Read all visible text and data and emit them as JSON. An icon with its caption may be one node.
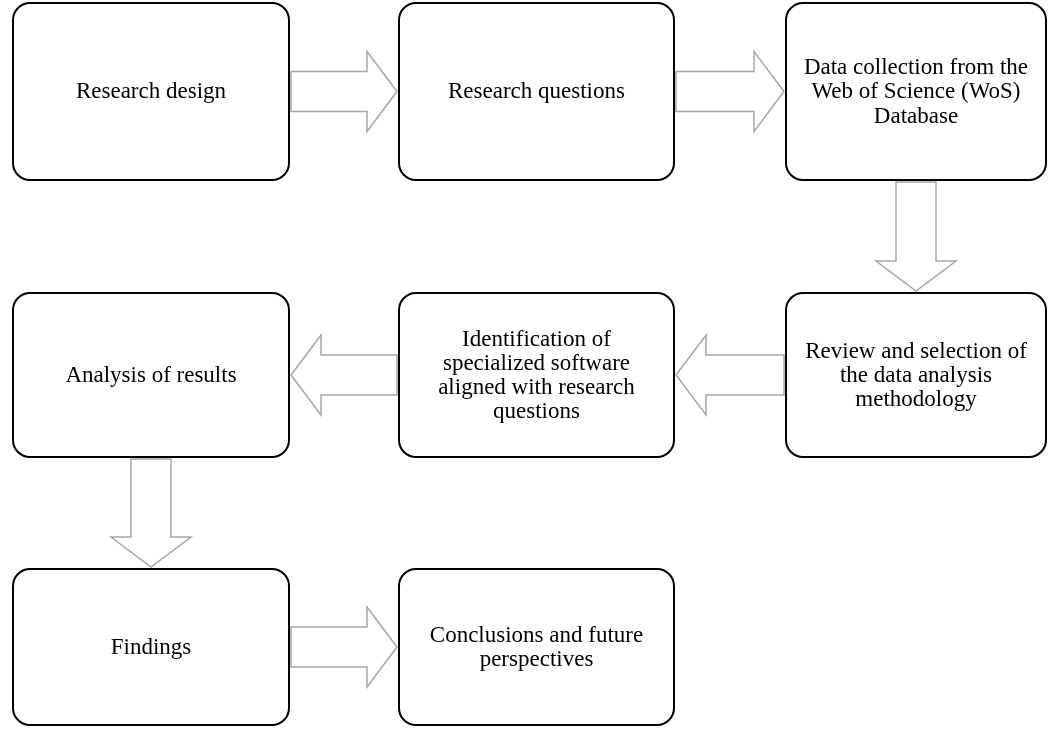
{
  "diagram": {
    "nodes": [
      {
        "text": [
          "Research design"
        ]
      },
      {
        "text": [
          "Research questions"
        ]
      },
      {
        "text": [
          "Data collection from the Web of Science (WoS) Database"
        ]
      },
      {
        "text": [
          "Analysis of results"
        ]
      },
      {
        "text": [
          "Identification of specialized software aligned with research questions"
        ]
      },
      {
        "text": [
          "Review and selection of the data analysis methodology"
        ]
      },
      {
        "text": [
          "Findings"
        ]
      },
      {
        "text": [
          "Conclusions and future perspectives"
        ]
      }
    ],
    "edges": [
      {
        "from": 0,
        "to": 1,
        "arrow": "to"
      },
      {
        "from": 1,
        "to": 2,
        "arrow": "to"
      },
      {
        "from": 2,
        "to": 5,
        "arrow": "to"
      },
      {
        "from": 5,
        "to": 4,
        "arrow": "to"
      },
      {
        "from": 4,
        "to": 3,
        "arrow": "to"
      },
      {
        "from": 3,
        "to": 6,
        "arrow": "to"
      },
      {
        "from": 6,
        "to": 7,
        "arrow": "to"
      }
    ]
  }
}
